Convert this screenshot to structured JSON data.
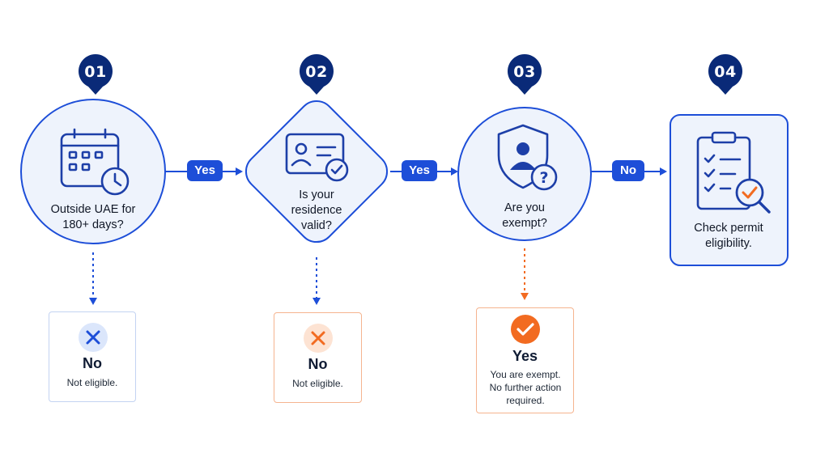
{
  "steps": [
    {
      "number": "01",
      "question": "Outside UAE for 180+ days?",
      "icon": "calendar-clock-icon"
    },
    {
      "number": "02",
      "question": "Is your residence valid?",
      "icon": "id-card-check-icon"
    },
    {
      "number": "03",
      "question": "Are you exempt?",
      "icon": "shield-user-question-icon"
    },
    {
      "number": "04",
      "question": "Check permit eligibility.",
      "icon": "clipboard-search-icon"
    }
  ],
  "connectors": [
    "Yes",
    "Yes",
    "No"
  ],
  "outcomes": [
    {
      "title": "No",
      "text": "Not eligible.",
      "icon": "x-icon"
    },
    {
      "title": "No",
      "text": "Not eligible.",
      "icon": "x-icon"
    },
    {
      "title": "Yes",
      "text": "You are exempt. No further action required.",
      "icon": "check-icon"
    }
  ],
  "colors": {
    "primary": "#1d4ed8",
    "navy": "#0a2a78",
    "accent": "#f26b21",
    "panel": "#eef3fc",
    "negative_soft": "#dbe6fb",
    "positive_soft": "#fde3d3"
  }
}
